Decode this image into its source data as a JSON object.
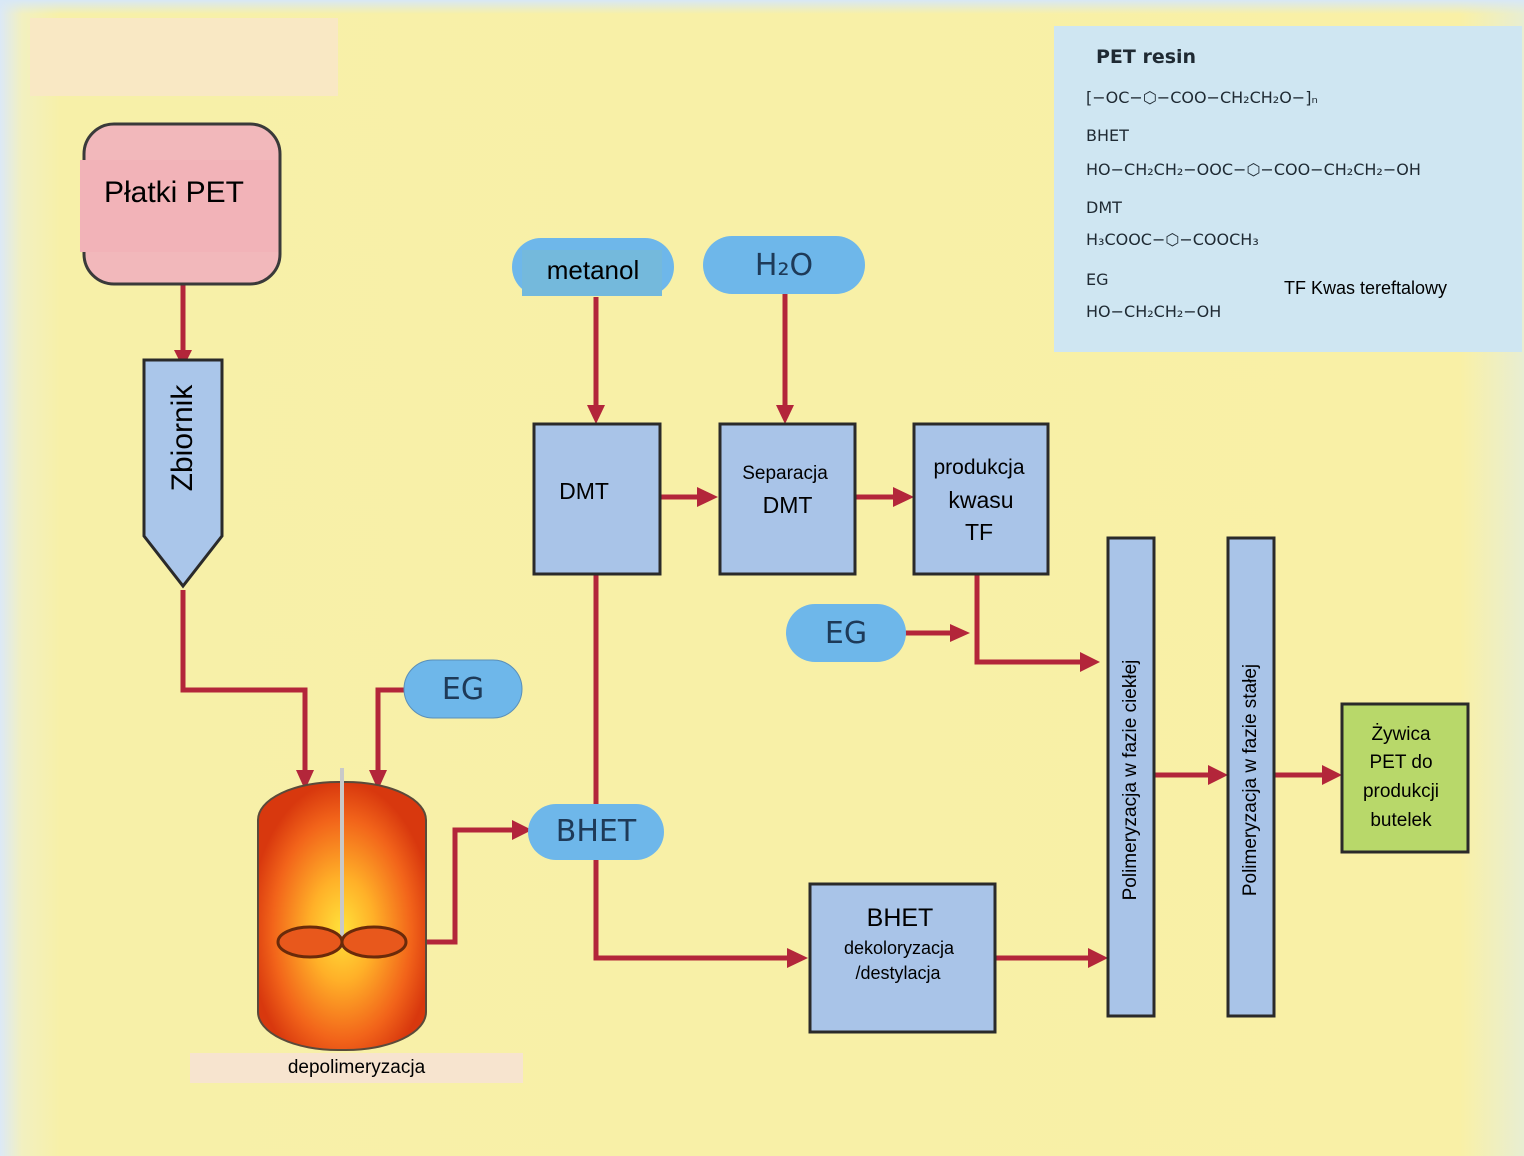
{
  "nodes": {
    "platki": "Płatki PET",
    "zbiornik": "Zbiornik",
    "metanol": "metanol",
    "h2o": "H₂O",
    "dmt": "DMT",
    "separacja_l1": "Separacja",
    "separacja_l2": "DMT",
    "produkcja_l1": "produkcja",
    "produkcja_l2": "kwasu",
    "produkcja_l3": "TF",
    "eg_top": "EG",
    "eg_left": "EG",
    "bhet_pill": "BHET",
    "bhet_box_l1": "BHET",
    "bhet_box_l2": "dekoloryzacja",
    "bhet_box_l3": "/destylacja",
    "poly_liquid": "Polimeryzacja w fazie ciekłej",
    "poly_solid": "Polimeryzacja w fazie stałej",
    "zywica_l1": "Żywica",
    "zywica_l2": "PET do",
    "zywica_l3": "produkcji",
    "zywica_l4": "butelek",
    "depolimeryzacja": "depolimeryzacja"
  },
  "legend": {
    "title": "PET resin",
    "pet_formula": "[−OC−⬡−COO−CH₂CH₂O−]ₙ",
    "bhet_name": "BHET",
    "bhet_formula": "HO−CH₂CH₂−OOC−⬡−COO−CH₂CH₂−OH",
    "dmt_name": "DMT",
    "dmt_formula": "H₃COOC−⬡−COOCH₃",
    "eg_name": "EG",
    "eg_formula": "HO−CH₂CH₂−OH",
    "tf_note": "TF Kwas tereftalowy"
  },
  "colors": {
    "background": "#f9f0a6",
    "box_fill": "#a9c4e8",
    "pill_fill": "#6fb6ea",
    "arrow": "#b3263a",
    "platki_fill": "#f2b3b8",
    "zywica_fill": "#b8d86a",
    "reactor": "#e84e12"
  }
}
